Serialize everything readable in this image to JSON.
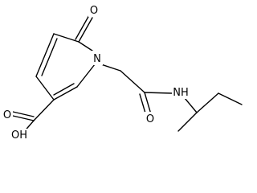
{
  "molecule": {
    "atoms": {
      "O1": "O",
      "N1": "N",
      "O2": "O",
      "NH": "NH",
      "OH": "OH",
      "O3": "O"
    }
  },
  "colors": {
    "bond": "#000000",
    "label": "#000000",
    "background": "#ffffff"
  }
}
